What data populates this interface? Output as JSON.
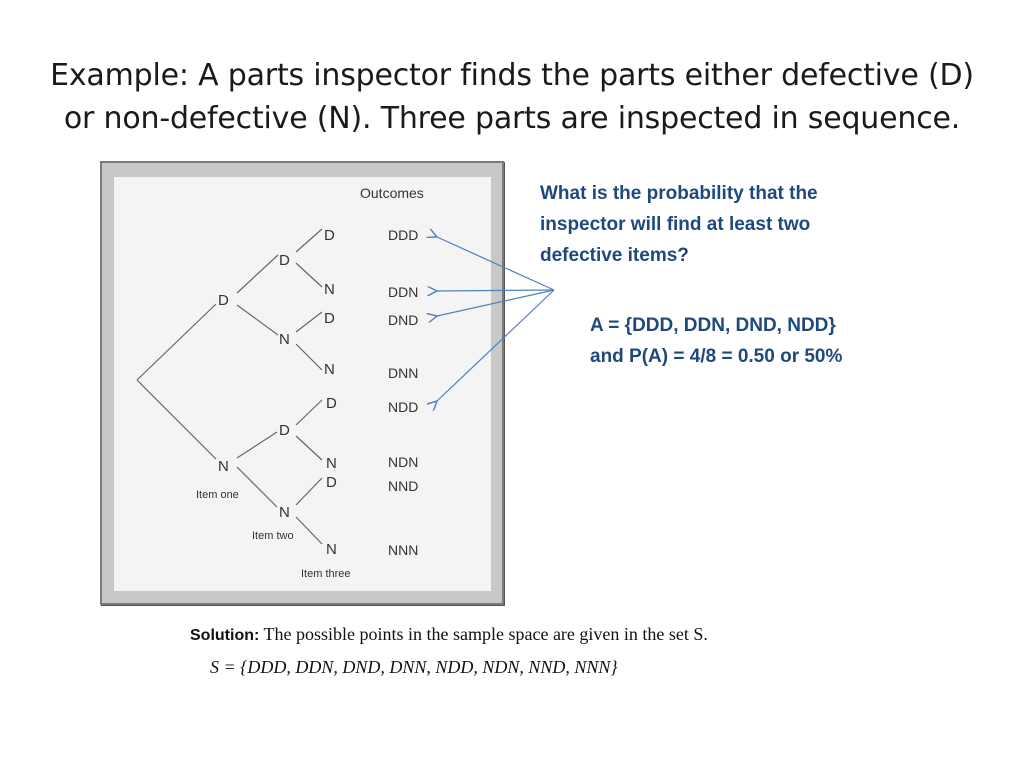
{
  "title": {
    "line1": "Example: A parts inspector finds the parts either defective (D)",
    "line2": "or non-defective (N). Three parts are inspected in sequence."
  },
  "tree": {
    "outcomes_header": "Outcomes",
    "level_labels": [
      "Item one",
      "Item two",
      "Item three"
    ],
    "nodes": {
      "l1": [
        "D",
        "N"
      ],
      "l2": [
        "D",
        "N",
        "D",
        "N"
      ],
      "l3": [
        "D",
        "N",
        "D",
        "N",
        "D",
        "N",
        "D",
        "N"
      ]
    },
    "outcomes": [
      "DDD",
      "DDN",
      "DND",
      "DNN",
      "NDD",
      "NDN",
      "NND",
      "NNN"
    ]
  },
  "question": {
    "line1": "What is the probability that the",
    "line2": "inspector will find at least two",
    "line3": "defective items?"
  },
  "answer": {
    "line1": "A = {DDD, DDN, DND, NDD}",
    "line2": "and P(A) = 4/8 = 0.50 or 50%"
  },
  "solution": {
    "label": "Solution:",
    "text": "The possible points in the sample space are given in the set S.",
    "set": "S = {DDD, DDN, DND, DNN, NDD, NDN, NND, NNN}"
  },
  "colors": {
    "accent": "#1f497d",
    "arrow": "#4f81bd",
    "frame": "#c8c8c8"
  }
}
